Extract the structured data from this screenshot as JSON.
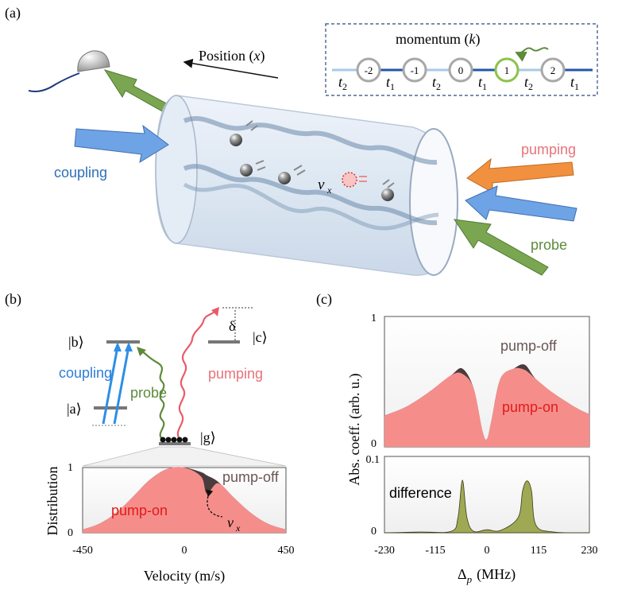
{
  "panel_a": {
    "label": "(a)",
    "position_label": "Position (",
    "position_var": "x",
    "position_close": ")",
    "momentum_title": "momentum (",
    "momentum_var": "k",
    "momentum_close": ")",
    "lattice_sites": [
      "-2",
      "-1",
      "0",
      "1",
      "2"
    ],
    "hoppings": [
      "t",
      "t",
      "t",
      "t",
      "t",
      "t"
    ],
    "hopping_subs": [
      "2",
      "1",
      "2",
      "1",
      "2",
      "1"
    ],
    "coupling_label": "coupling",
    "pumping_label": "pumping",
    "probe_label": "probe",
    "velocity_label": "v",
    "velocity_sub": "x"
  },
  "panel_b": {
    "label": "(b)",
    "state_b": "|b⟩",
    "state_a": "|a⟩",
    "state_c": "|c⟩",
    "state_g": "|g⟩",
    "delta": "δ",
    "coupling_label": "coupling",
    "probe_label": "probe",
    "pumping_label": "pumping",
    "ylabel": "Distribution",
    "xlabel": "Velocity (m/s)",
    "xticks": [
      "-450",
      "0",
      "450"
    ],
    "yticks": [
      "0",
      "1"
    ],
    "pump_off": "pump-off",
    "pump_on": "pump-on",
    "vx": "v",
    "vx_sub": "x"
  },
  "panel_c": {
    "label": "(c)",
    "ylabel": "Abs. coeff. (arb. u.)",
    "xlabel_sym": "Δ",
    "xlabel_sub": "p",
    "xlabel_unit": "(MHz)",
    "xticks": [
      "-230",
      "-115",
      "0",
      "115",
      "230"
    ],
    "top_yticks": [
      "0",
      "1"
    ],
    "bottom_yticks": [
      "0",
      "0.1"
    ],
    "pump_off": "pump-off",
    "pump_on": "pump-on",
    "difference": "difference"
  },
  "colors": {
    "pump_on_fill": "#f58e8b",
    "pump_off_fill": "#4a3c3c",
    "difference_fill": "#9fa853",
    "coupling": "#3d86d8",
    "probe": "#5d8a3b",
    "pumping": "#e8727a",
    "pumping_arrow": "#ee8c3c",
    "text_brown": "#6b5656",
    "text_red": "#e21a1a"
  },
  "chart_data": [
    {
      "type": "area",
      "panel": "b",
      "xlabel": "Velocity (m/s)",
      "ylabel": "Distribution",
      "xlim": [
        -450,
        450
      ],
      "ylim": [
        0,
        1
      ],
      "series": [
        {
          "name": "pump-on",
          "x": [
            -450,
            -375,
            -300,
            -225,
            -150,
            -75,
            0,
            75,
            100,
            150,
            225,
            300,
            375,
            450
          ],
          "values": [
            0.05,
            0.14,
            0.31,
            0.56,
            0.82,
            0.98,
            1.0,
            0.86,
            0.6,
            0.76,
            0.52,
            0.29,
            0.13,
            0.05
          ]
        },
        {
          "name": "pump-off",
          "x": [
            -450,
            -375,
            -300,
            -225,
            -150,
            -75,
            0,
            75,
            100,
            150,
            225,
            300,
            375,
            450
          ],
          "values": [
            0.05,
            0.14,
            0.31,
            0.56,
            0.82,
            0.98,
            1.0,
            0.93,
            0.88,
            0.78,
            0.52,
            0.29,
            0.13,
            0.05
          ]
        }
      ]
    },
    {
      "type": "area",
      "panel": "c-top",
      "ylabel": "Abs. coeff. (arb. u.)",
      "xlim": [
        -230,
        230
      ],
      "ylim": [
        0,
        1
      ],
      "series": [
        {
          "name": "pump-on",
          "x": [
            -230,
            -180,
            -130,
            -80,
            -55,
            -30,
            -10,
            0,
            10,
            30,
            60,
            85,
            110,
            150,
            200,
            230
          ],
          "values": [
            0.24,
            0.31,
            0.42,
            0.55,
            0.56,
            0.45,
            0.12,
            0.06,
            0.2,
            0.52,
            0.6,
            0.59,
            0.52,
            0.41,
            0.3,
            0.25
          ]
        },
        {
          "name": "pump-off",
          "x": [
            -230,
            -180,
            -130,
            -80,
            -55,
            -30,
            -10,
            0,
            10,
            30,
            60,
            85,
            110,
            150,
            200,
            230
          ],
          "values": [
            0.24,
            0.31,
            0.42,
            0.55,
            0.6,
            0.45,
            0.12,
            0.06,
            0.2,
            0.52,
            0.6,
            0.63,
            0.52,
            0.41,
            0.3,
            0.25
          ]
        }
      ]
    },
    {
      "type": "area",
      "panel": "c-bottom",
      "xlabel": "Δp (MHz)",
      "xlim": [
        -230,
        230
      ],
      "ylim": [
        0,
        0.1
      ],
      "series": [
        {
          "name": "difference",
          "x": [
            -230,
            -150,
            -80,
            -65,
            -55,
            -45,
            -30,
            0,
            30,
            70,
            80,
            90,
            100,
            110,
            150,
            230
          ],
          "values": [
            0,
            0.001,
            0.002,
            0.02,
            0.069,
            0.02,
            0.002,
            0.004,
            0.003,
            0.02,
            0.055,
            0.068,
            0.055,
            0.01,
            0.001,
            0
          ]
        }
      ]
    }
  ]
}
